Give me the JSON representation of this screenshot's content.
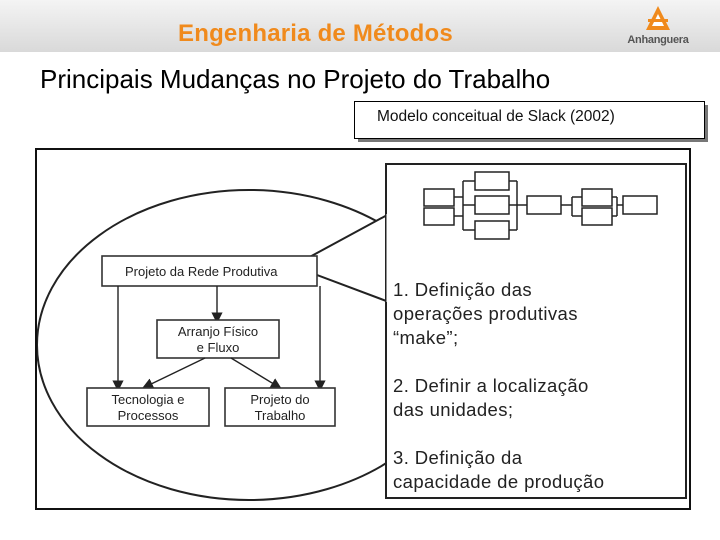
{
  "header": {
    "title": "Engenharia de Métodos",
    "logo_text": "Anhanguera",
    "accent_color": "#f08a1c"
  },
  "slide": {
    "title": "Principais Mudanças no Projeto do Trabalho",
    "caption": "Modelo conceitual de Slack (2002)"
  },
  "diagram": {
    "top_node": "Projeto da Rede Produtiva",
    "middle_node": [
      "Arranjo Físico",
      "e Fluxo"
    ],
    "left_node": [
      "Tecnologia e",
      "Processos"
    ],
    "right_node": [
      "Projeto do",
      "Trabalho"
    ],
    "callout_items": [
      [
        "1. Definição das",
        "operações produtivas",
        "“make”;"
      ],
      [
        "2. Definir a localização",
        "das unidades;"
      ],
      [
        "3. Definição da",
        "capacidade de produção"
      ]
    ]
  }
}
